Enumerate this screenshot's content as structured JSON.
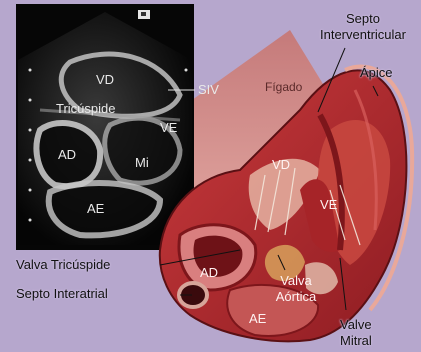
{
  "labels": {
    "septo_interventricular_line1": "Septo",
    "septo_interventricular_line2": "Interventricular",
    "apice": "Ápice",
    "figado": "Fígado",
    "echo_vd": "VD",
    "echo_siv": "SIV",
    "echo_tricuspide": "Tricúspide",
    "echo_ve": "VE",
    "echo_ad": "AD",
    "echo_mi": "Mi",
    "echo_ae": "AE",
    "heart_vd": "VD",
    "heart_ve": "VE",
    "heart_ad": "AD",
    "heart_ae": "AE",
    "valva_tricuspide": "Valva Tricúspide",
    "septo_interatrial": "Septo Interatrial",
    "valva_aortica_line1": "Valva",
    "valva_aortica_line2": "Aórtica",
    "valve_mitral_line1": "Valve",
    "valve_mitral_line2": "Mitral"
  },
  "colors": {
    "background": "#b6a7cd",
    "echo_background": "#050505",
    "myocardium": "#b42a2e",
    "pericardium_pink": "#d98a8a"
  },
  "icons": {
    "echo_marker": "scan-marker-icon"
  }
}
